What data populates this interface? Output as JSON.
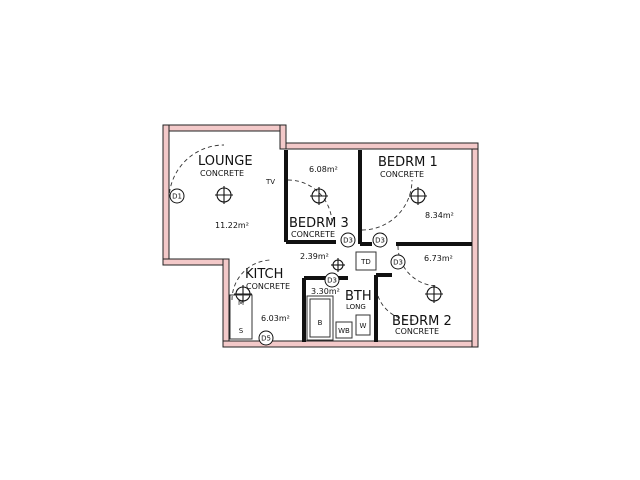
{
  "rooms": {
    "lounge": {
      "name": "LOUNGE",
      "finish": "CONCRETE",
      "area": "11.22m²"
    },
    "bedrm1": {
      "name": "BEDRM  1",
      "finish": "CONCRETE",
      "area": "8.34m²"
    },
    "bedrm2": {
      "name": "BEDRM  2",
      "finish": "CONCRETE",
      "area": "6.73m²"
    },
    "bedrm3": {
      "name": "BEDRM  3",
      "finish": "CONCRETE",
      "area": "6.08m²"
    },
    "kitch": {
      "name": "KITCH",
      "finish": "CONCRETE",
      "area": "6.03m²"
    },
    "bth": {
      "name": "BTH",
      "finish": "LONG",
      "area": "3.30m²"
    },
    "passage": {
      "area": "2.39m²"
    }
  },
  "door_tags": [
    "D1",
    "D3",
    "D3",
    "D3",
    "D3",
    "D5"
  ],
  "labels": {
    "tv": "TV",
    "td": "TD",
    "bath": "B",
    "wb": "WB",
    "wc": "W",
    "sink": "S",
    "stove": "M"
  }
}
